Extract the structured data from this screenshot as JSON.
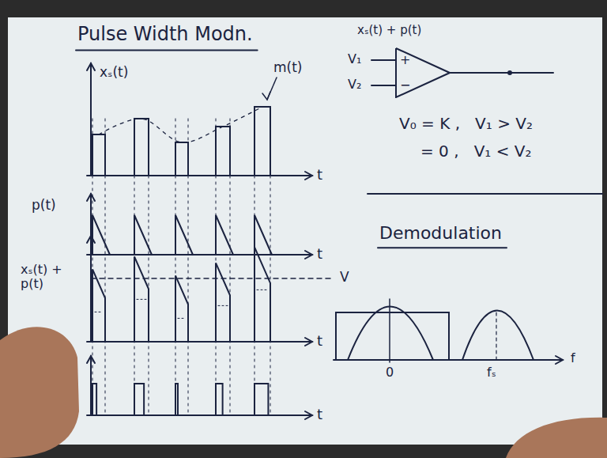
{
  "diagram": {
    "title": "Pulse Width Modn.",
    "nodes": [
      {
        "text": [
          "+",
          "−"
        ]
      }
    ],
    "labels": [
      "xₛ(t)",
      "m(t)",
      "t",
      "p(t)",
      "t",
      "xₛ(t) + p(t)",
      "V",
      "t",
      "t",
      "xₛ(t) + p(t)",
      "V₁",
      "V₂",
      "V₀ = K ,   V₁ > V₂",
      "= 0 ,   V₁ < V₂",
      "Demodulation",
      "0",
      "fₛ",
      "f"
    ]
  }
}
